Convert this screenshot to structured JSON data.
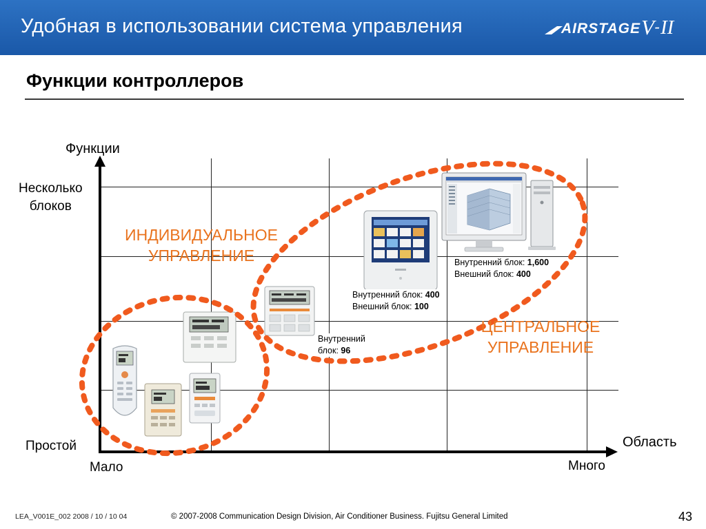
{
  "header": {
    "title": "Удобная в использовании система управления",
    "logo_brand": "AIRSTAGE",
    "logo_v": "V",
    "logo_dash": "-",
    "logo_roman": "II"
  },
  "subtitle": "Функции контроллеров",
  "axes": {
    "y_title": "Функции",
    "x_title": "Область",
    "y_top_line1": "Несколько",
    "y_top_line2": "блоков",
    "y_bottom": "Простой",
    "x_left": "Мало",
    "x_right": "Много"
  },
  "groups": {
    "individual_line1": "ИНДИВИДУАЛЬНОЕ",
    "individual_line2": "УПРАВЛЕНИЕ",
    "central_line1": "ЦЕНТРАЛЬНОЕ",
    "central_line2": "УПРАВЛЕНИЕ"
  },
  "capacities": {
    "indoor_label": "Внутренний блок:",
    "indoor_label_line1": "Внутренний",
    "indoor_label_line2": "блок:",
    "outdoor_label": "Внешний блок:",
    "small": {
      "indoor": "96"
    },
    "medium": {
      "indoor": "400",
      "outdoor": "100"
    },
    "large": {
      "indoor": "1,600",
      "outdoor": "400"
    }
  },
  "colors": {
    "header_blue": "#1f63b5",
    "accent_orange": "#e9731e",
    "dot_orange": "#f05a1e"
  },
  "footer": {
    "doc_code": "LEA_V001E_002  2008 / 10 / 10 04",
    "copyright": "© 2007-2008 Communication Design Division, Air Conditioner Business. Fujitsu General Limited",
    "page_number": "43"
  }
}
